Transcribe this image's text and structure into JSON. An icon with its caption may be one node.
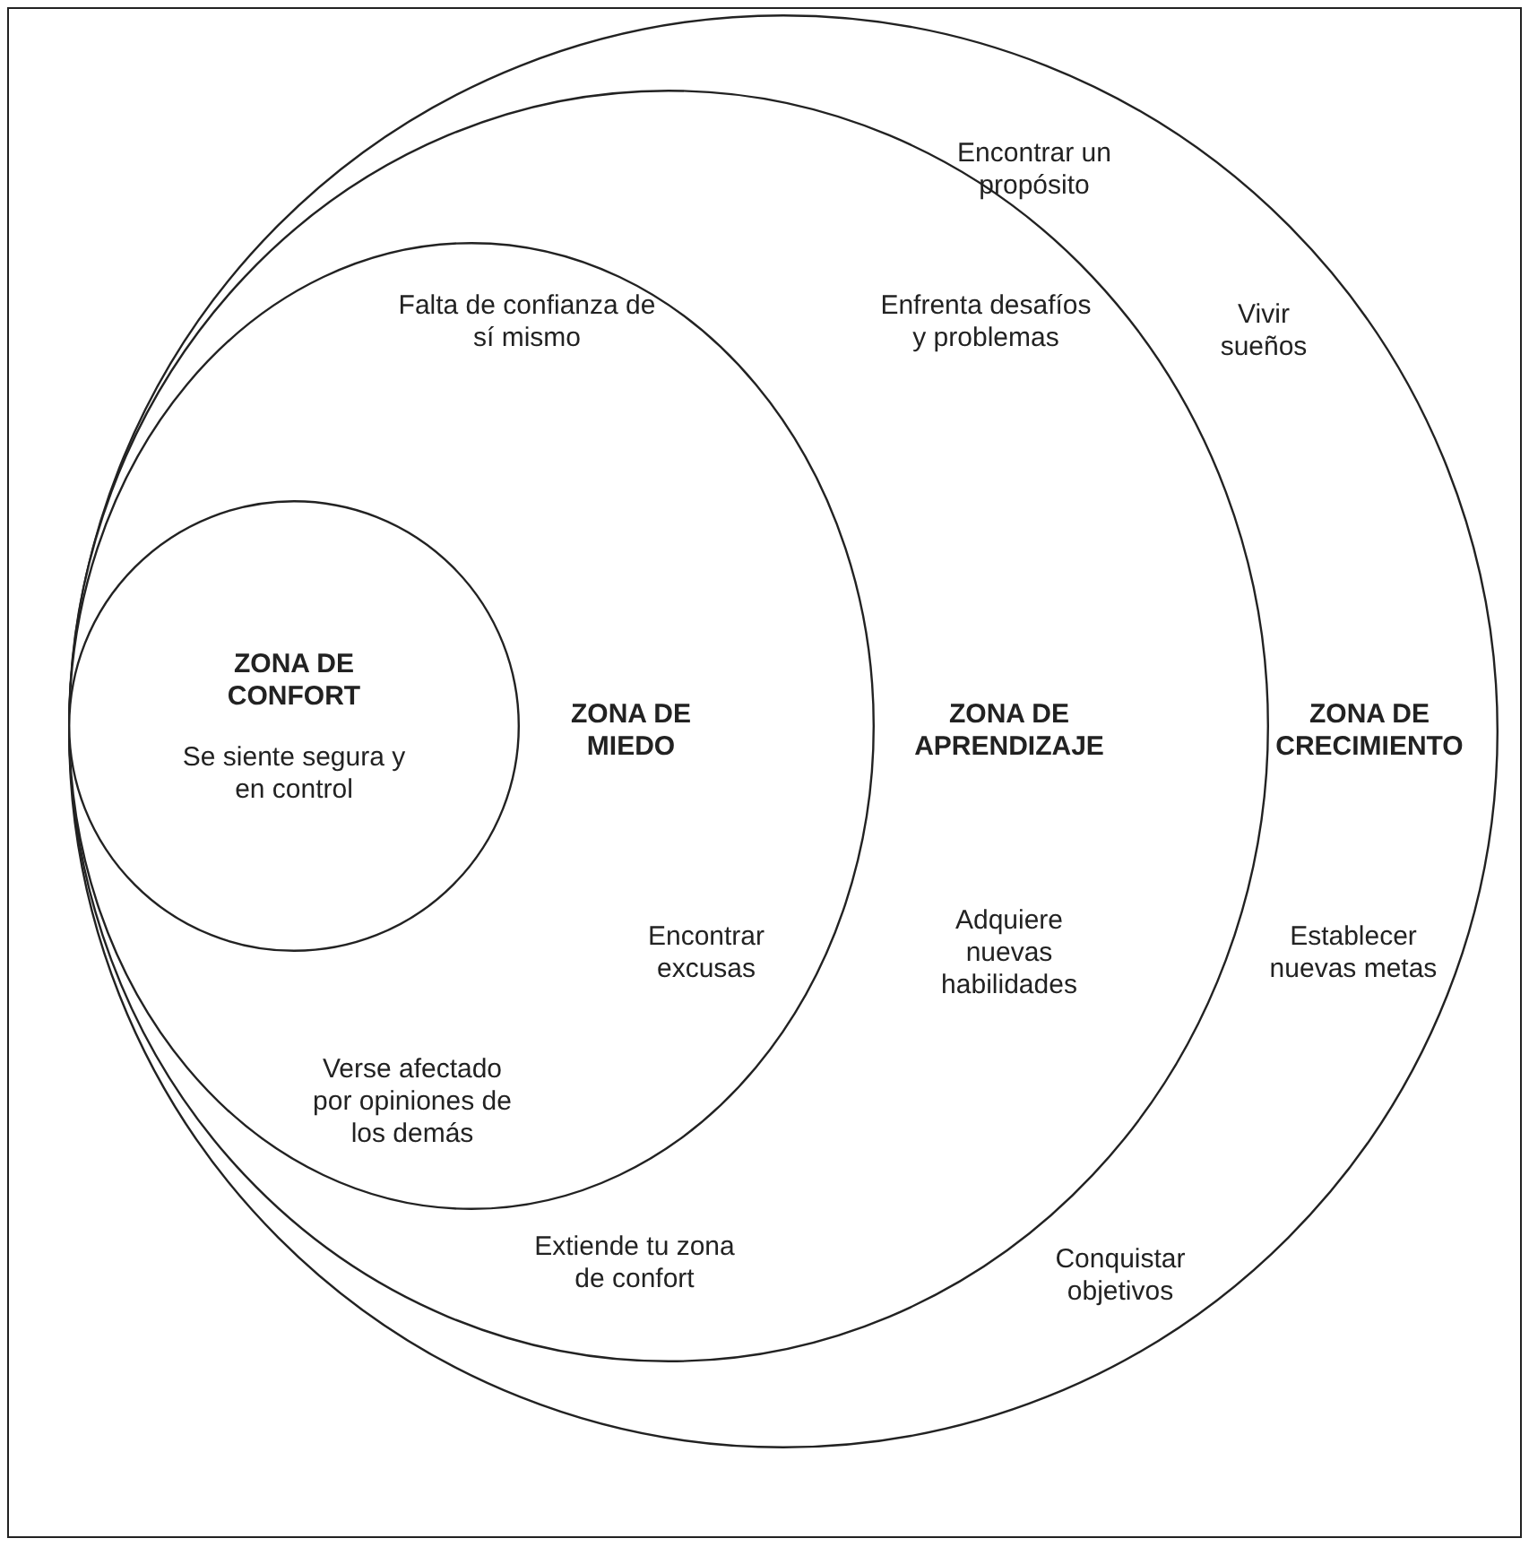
{
  "diagram": {
    "nodes": [
      {
        "text": [
          "Encontrar un propósito",
          "Vivir sueños",
          "ZONA DE CRECIMIENTO",
          "Establecer nuevas metas",
          "Conquistar objetivos"
        ]
      },
      {
        "text": [
          "Enfrenta desafíos y problemas",
          "ZONA DE APRENDIZAJE",
          "Adquiere nuevas habilidades",
          "Extiende tu zona de confort"
        ],
        "in": 0
      },
      {
        "text": [
          "Falta de confianza de sí mismo",
          "ZONA DE MIEDO",
          "Encontrar excusas",
          "Verse afectado por opiniones de los demás"
        ],
        "in": 1
      },
      {
        "text": [
          "ZONA DE CONFORT",
          "Se siente segura y en control"
        ],
        "in": 2
      }
    ]
  }
}
